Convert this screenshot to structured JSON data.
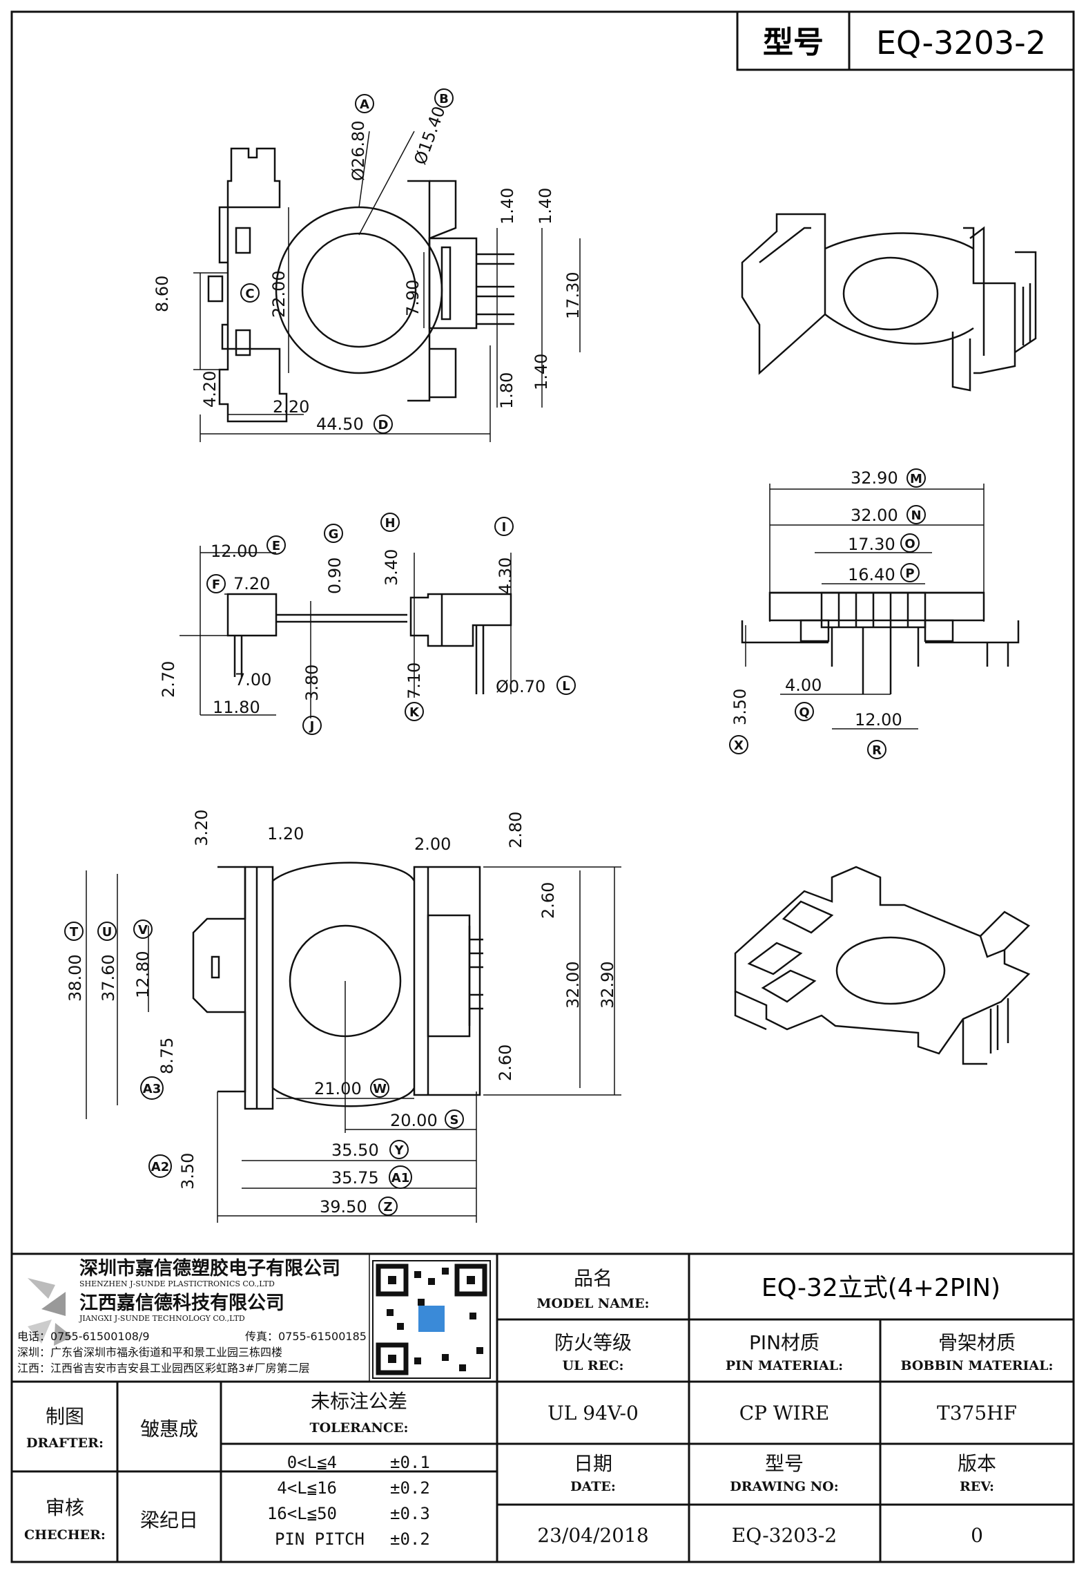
{
  "header": {
    "model_label": "型号",
    "model_value": "EQ-3203-2"
  },
  "dimensions": {
    "top_view": [
      {
        "text": "Ø26.80",
        "tag": "A"
      },
      {
        "text": "Ø15.40",
        "tag": "B"
      },
      {
        "text": "C",
        "tag": ""
      },
      {
        "text": "8.60",
        "tag": ""
      },
      {
        "text": "22.00",
        "tag": ""
      },
      {
        "text": "7.90",
        "tag": ""
      },
      {
        "text": "1.40",
        "tag": ""
      },
      {
        "text": "1.40",
        "tag": ""
      },
      {
        "text": "17.30",
        "tag": ""
      },
      {
        "text": "4.20",
        "tag": ""
      },
      {
        "text": "2.20",
        "tag": ""
      },
      {
        "text": "44.50",
        "tag": "D"
      },
      {
        "text": "1.80",
        "tag": ""
      },
      {
        "text": "1.40",
        "tag": ""
      }
    ],
    "side_view": [
      {
        "text": "12.00",
        "tag": "E"
      },
      {
        "text": "7.20",
        "tag": "F"
      },
      {
        "text": "0.90",
        "tag": "G"
      },
      {
        "text": "3.40",
        "tag": "H"
      },
      {
        "text": "4.30",
        "tag": "I"
      },
      {
        "text": "2.70",
        "tag": ""
      },
      {
        "text": "7.00",
        "tag": ""
      },
      {
        "text": "11.80",
        "tag": ""
      },
      {
        "text": "3.80",
        "tag": "J"
      },
      {
        "text": "7.10",
        "tag": "K"
      },
      {
        "text": "Ø0.70",
        "tag": "L"
      }
    ],
    "front_view": [
      {
        "text": "32.90",
        "tag": "M"
      },
      {
        "text": "32.00",
        "tag": "N"
      },
      {
        "text": "17.30",
        "tag": "O"
      },
      {
        "text": "16.40",
        "tag": "P"
      },
      {
        "text": "3.50",
        "tag": "X"
      },
      {
        "text": "4.00",
        "tag": "Q"
      },
      {
        "text": "12.00",
        "tag": "R"
      }
    ],
    "bottom_view": [
      {
        "text": "3.20",
        "tag": ""
      },
      {
        "text": "1.20",
        "tag": ""
      },
      {
        "text": "2.00",
        "tag": ""
      },
      {
        "text": "2.80",
        "tag": ""
      },
      {
        "text": "2.60",
        "tag": ""
      },
      {
        "text": "38.00",
        "tag": "T"
      },
      {
        "text": "37.60",
        "tag": "U"
      },
      {
        "text": "12.80",
        "tag": "V"
      },
      {
        "text": "32.00",
        "tag": ""
      },
      {
        "text": "32.90",
        "tag": ""
      },
      {
        "text": "8.75",
        "tag": ""
      },
      {
        "text": "A3",
        "tag": ""
      },
      {
        "text": "2.60",
        "tag": ""
      },
      {
        "text": "21.00",
        "tag": "W"
      },
      {
        "text": "20.00",
        "tag": "S"
      },
      {
        "text": "35.50",
        "tag": "Y"
      },
      {
        "text": "35.75",
        "tag": "A1"
      },
      {
        "text": "39.50",
        "tag": "Z"
      },
      {
        "text": "A2",
        "tag": ""
      },
      {
        "text": "3.50",
        "tag": ""
      }
    ]
  },
  "company": {
    "name_sz": "深圳市嘉信德塑胶电子有限公司",
    "name_sz_en": "SHENZHEN J-SUNDE PLASTICTRONICS CO.,LTD",
    "name_jx": "江西嘉信德科技有限公司",
    "name_jx_en": "JIANGXI J-SUNDE TECHNOLOGY CO.,LTD",
    "phone": "电话：0755-61500108/9",
    "fax": "传真：0755-61500185",
    "addr_sz": "深圳：广东省深圳市福永街道和平和景工业园三栋四楼",
    "addr_jx": "江西：江西省吉安市吉安县工业园西区彩虹路3#厂房第二层"
  },
  "title_block": {
    "model_name_cn": "品名",
    "model_name_en": "MODEL NAME:",
    "model_name_value": "EQ-32立式(4+2PIN)",
    "ul_cn": "防火等级",
    "ul_en": "UL REC:",
    "ul_value": "UL 94V-0",
    "pin_cn": "PIN材质",
    "pin_en": "PIN MATERIAL:",
    "pin_value": "CP WIRE",
    "bobbin_cn": "骨架材质",
    "bobbin_en": "BOBBIN MATERIAL:",
    "bobbin_value": "T375HF",
    "drafter_cn": "制图",
    "drafter_en": "DRAFTER:",
    "drafter_value": "皱惠成",
    "checker_cn": "审核",
    "checker_en": "CHECHER:",
    "checker_value": "梁纪日",
    "tolerance_cn": "未标注公差",
    "tolerance_en": "TOLERANCE:",
    "tolerances": [
      {
        "range": "0<L≦4",
        "value": "±0.1"
      },
      {
        "range": "4<L≦16",
        "value": "±0.2"
      },
      {
        "range": "16<L≦50",
        "value": "±0.3"
      },
      {
        "range": "PIN PITCH",
        "value": "±0.2"
      }
    ],
    "date_cn": "日期",
    "date_en": "DATE:",
    "date_value": "23/04/2018",
    "drawing_cn": "型号",
    "drawing_en": "DRAWING NO:",
    "drawing_value": "EQ-3203-2",
    "rev_cn": "版本",
    "rev_en": "REV:",
    "rev_value": "0"
  }
}
